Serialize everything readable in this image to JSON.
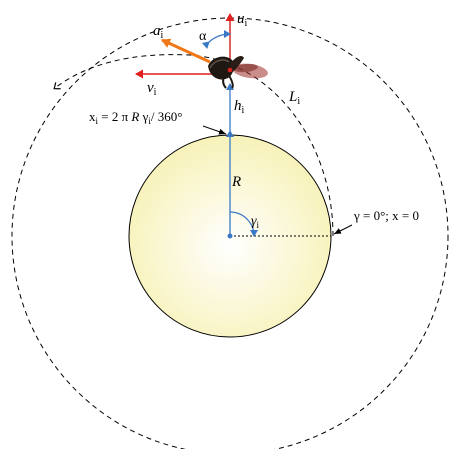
{
  "colors": {
    "background": "#ffffff",
    "planet_fill_center": "#ffffff",
    "planet_fill_edge": "#f7f2b8",
    "planet_stroke": "#000000",
    "orbit_stroke": "#000000",
    "blue_line": "#3a78c6",
    "velocity_arrow": "#e02020",
    "acceleration_arrow": "#f07818",
    "pointer_arrow": "#000000",
    "insect_body": "#1e1712",
    "insect_wing": "#a0302a"
  },
  "labels": {
    "u": {
      "main": "u",
      "sub": "i"
    },
    "a": {
      "main": "a",
      "sub": "i"
    },
    "v": {
      "main": "v",
      "sub": "i"
    },
    "h": {
      "main": "h",
      "sub": "i"
    },
    "L": {
      "main": "L",
      "sub": "i"
    },
    "R": "R",
    "alpha": "α",
    "gamma": {
      "main": "γ",
      "sub": "i"
    },
    "x_eq": {
      "x": "x",
      "sub_x": "i",
      "eq": " = 2 π ",
      "R": "R",
      "gamma": " γ",
      "sub_g": "i",
      "tail": "/ 360°"
    },
    "zero_eq": "γ = 0°; x = 0"
  },
  "icons": [
    "insect-icon"
  ]
}
